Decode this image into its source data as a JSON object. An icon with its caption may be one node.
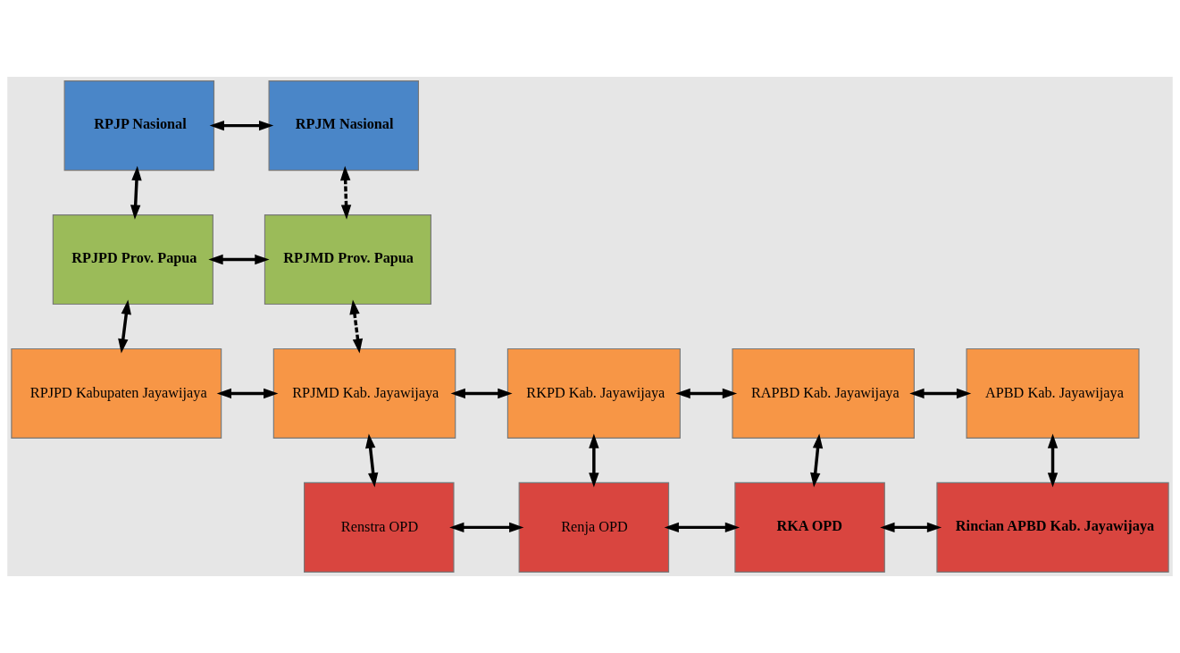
{
  "diagram": {
    "nodes": [
      {
        "text": [
          "RPJP Nasional"
        ]
      },
      {
        "text": [
          "RPJM Nasional"
        ]
      },
      {
        "text": [
          "RPJPD Prov. Papua"
        ]
      },
      {
        "text": [
          "RPJMD Prov. Papua"
        ]
      },
      {
        "text": [
          "RPJPD Kabupaten Jayawijaya"
        ]
      },
      {
        "text": [
          "RPJMD Kab. Jayawijaya"
        ]
      },
      {
        "text": [
          "RKPD Kab. Jayawijaya"
        ]
      },
      {
        "text": [
          "RAPBD Kab. Jayawijaya"
        ]
      },
      {
        "text": [
          "APBD Kab. Jayawijaya"
        ]
      },
      {
        "text": [
          "Renstra OPD"
        ]
      },
      {
        "text": [
          "Renja OPD"
        ]
      },
      {
        "text": [
          "RKA OPD"
        ]
      },
      {
        "text": [
          "Rincian APBD Kab. Jayawijaya"
        ]
      }
    ],
    "edges": [
      {
        "from": 0,
        "to": 1,
        "arrow": "both"
      },
      {
        "from": 0,
        "to": 2,
        "arrow": "both"
      },
      {
        "from": 1,
        "to": 3,
        "arrow": "both",
        "style": "dashed"
      },
      {
        "from": 2,
        "to": 3,
        "arrow": "both"
      },
      {
        "from": 2,
        "to": 4,
        "arrow": "both"
      },
      {
        "from": 3,
        "to": 5,
        "arrow": "both",
        "style": "dashed"
      },
      {
        "from": 4,
        "to": 5,
        "arrow": "both"
      },
      {
        "from": 5,
        "to": 6,
        "arrow": "both"
      },
      {
        "from": 6,
        "to": 7,
        "arrow": "both"
      },
      {
        "from": 7,
        "to": 8,
        "arrow": "both"
      },
      {
        "from": 5,
        "to": 9,
        "arrow": "both"
      },
      {
        "from": 6,
        "to": 10,
        "arrow": "both"
      },
      {
        "from": 7,
        "to": 11,
        "arrow": "both"
      },
      {
        "from": 8,
        "to": 12,
        "arrow": "both"
      },
      {
        "from": 9,
        "to": 10,
        "arrow": "both"
      },
      {
        "from": 10,
        "to": 11,
        "arrow": "both"
      },
      {
        "from": 11,
        "to": 12,
        "arrow": "both"
      }
    ]
  }
}
